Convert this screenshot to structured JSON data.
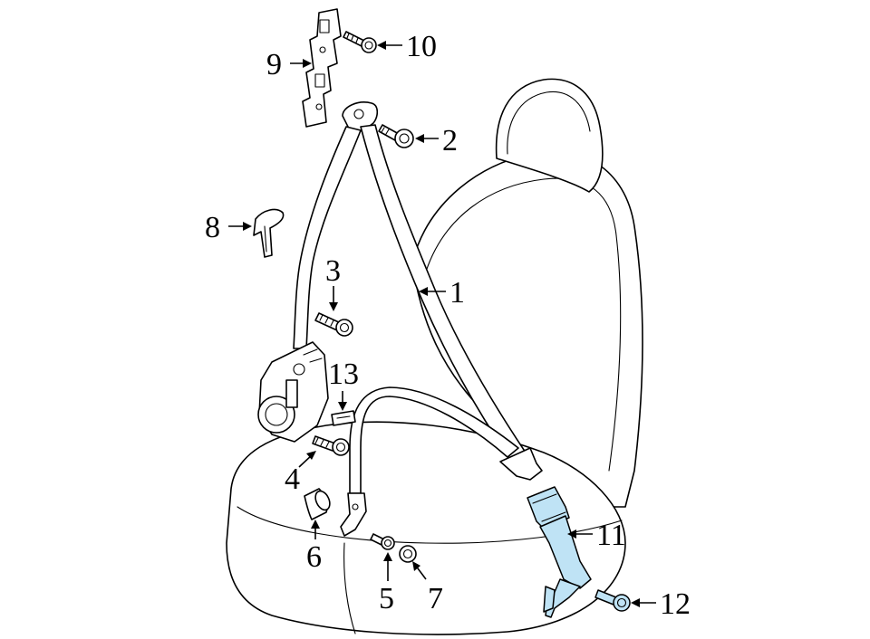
{
  "highlight_color": "#bfe3f5",
  "callouts": [
    {
      "id": "1",
      "label": "1",
      "part": "seat-belt-assembly"
    },
    {
      "id": "2",
      "label": "2",
      "part": "guide-bolt"
    },
    {
      "id": "3",
      "label": "3",
      "part": "retractor-bolt"
    },
    {
      "id": "4",
      "label": "4",
      "part": "anchor-bolt"
    },
    {
      "id": "5",
      "label": "5",
      "part": "bolt"
    },
    {
      "id": "6",
      "label": "6",
      "part": "spacer"
    },
    {
      "id": "7",
      "label": "7",
      "part": "cap"
    },
    {
      "id": "8",
      "label": "8",
      "part": "clip"
    },
    {
      "id": "9",
      "label": "9",
      "part": "height-adjuster"
    },
    {
      "id": "10",
      "label": "10",
      "part": "adjuster-bolt"
    },
    {
      "id": "11",
      "label": "11",
      "part": "buckle-assembly"
    },
    {
      "id": "12",
      "label": "12",
      "part": "buckle-bolt"
    },
    {
      "id": "13",
      "label": "13",
      "part": "label"
    }
  ]
}
